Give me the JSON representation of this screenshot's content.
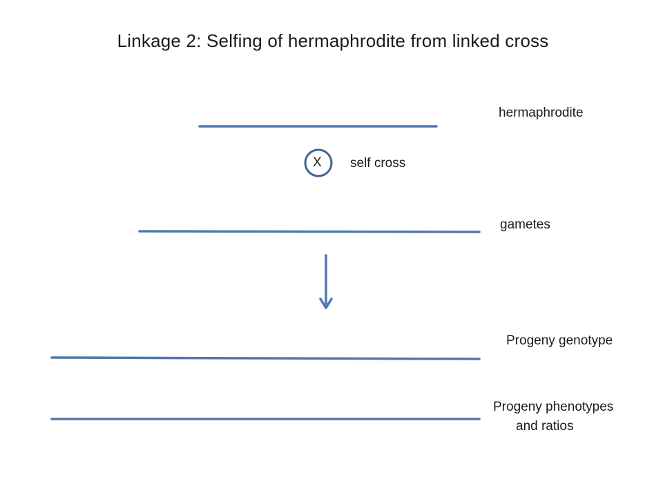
{
  "title": "Linkage 2:  Selfing of hermaphrodite from linked cross",
  "labels": {
    "hermaphrodite": "hermaphrodite",
    "cross_symbol": "X",
    "self_cross": "self cross",
    "gametes": "gametes",
    "progeny_genotype": "Progeny genotype",
    "progeny_phenotypes_line1": "Progeny phenotypes",
    "progeny_phenotypes_line2": "and ratios"
  },
  "colors": {
    "line": "#4f78ad",
    "text": "#1a1a1a"
  },
  "icons": {
    "cross": "circled-x-icon",
    "arrow": "down-arrow-icon"
  }
}
